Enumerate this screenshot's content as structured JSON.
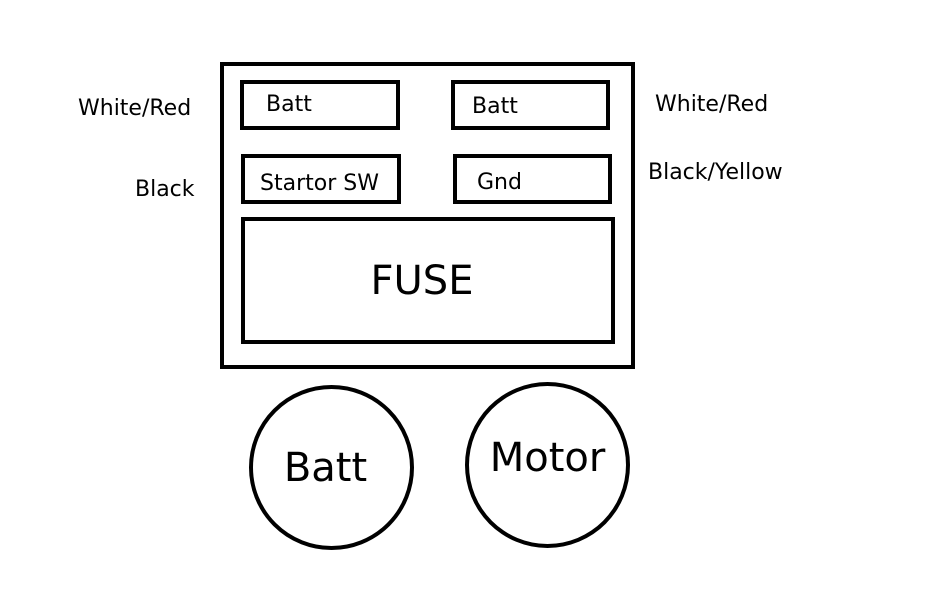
{
  "wire_labels": {
    "top_left": "White/Red",
    "mid_left": "Black",
    "top_right": "White/Red",
    "mid_right": "Black/Yellow"
  },
  "connector": {
    "slot_top_left": "Batt",
    "slot_top_right": "Batt",
    "slot_mid_left": "Startor SW",
    "slot_mid_right": "Gnd",
    "fuse": "FUSE"
  },
  "terminals": {
    "left": "Batt",
    "right": "Motor"
  }
}
